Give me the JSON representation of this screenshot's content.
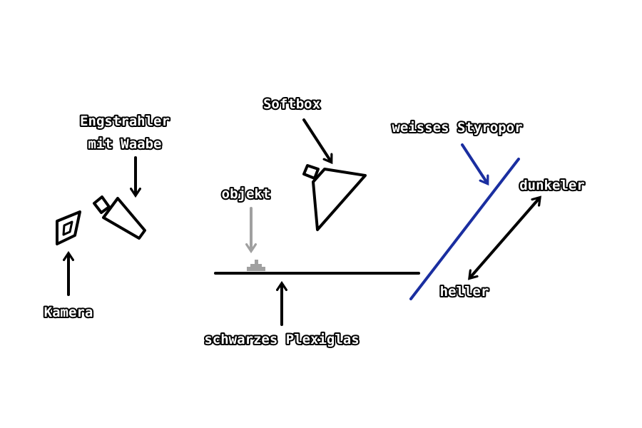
{
  "labels": {
    "engstrahler_line1": "Engstrahler",
    "engstrahler_line2": "mit Waabe",
    "kamera": "Kamera",
    "softbox": "Softbox",
    "objekt": "objekt",
    "plexiglas": "schwarzes Plexiglas",
    "styropor": "weisses Styropor",
    "dunkeler": "dunkeler",
    "heller": "heller"
  },
  "colors": {
    "line": "#000000",
    "styropor": "#1a2ea0",
    "object": "#a0a0a0",
    "label_fill": "#ffffff"
  }
}
